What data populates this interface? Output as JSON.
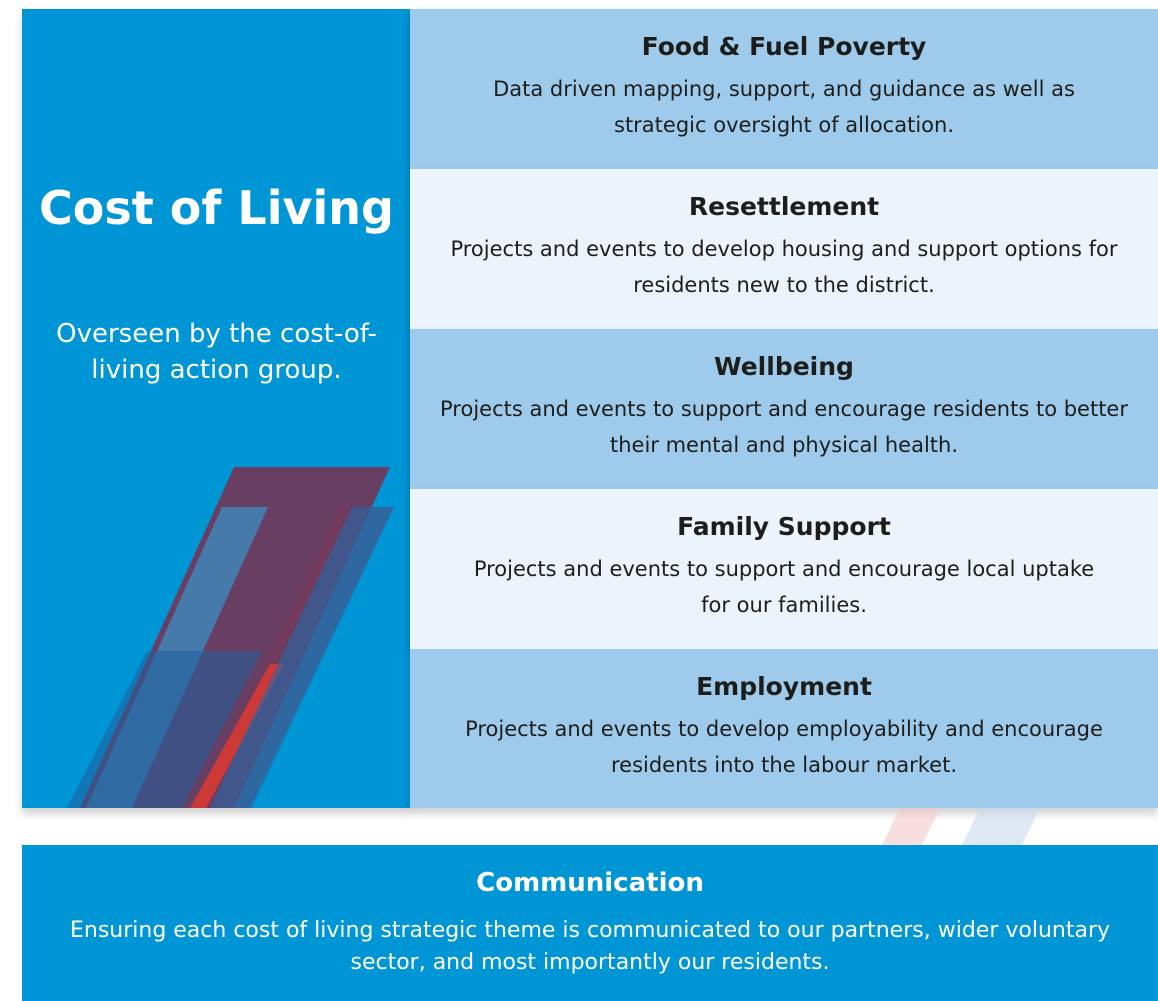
{
  "sidebar": {
    "title": "Cost of Living",
    "subtitle": "Overseen by the cost-of-living action group."
  },
  "themes": [
    {
      "title": "Food & Fuel Poverty",
      "description": "Data driven mapping, support, and guidance as well as strategic oversight of allocation."
    },
    {
      "title": "Resettlement",
      "description": "Projects and events to develop housing and support options for residents new to the district."
    },
    {
      "title": "Wellbeing",
      "description": "Projects and events to support and encourage residents to better their mental and physical health."
    },
    {
      "title": "Family Support",
      "description": "Projects and events to support and encourage local uptake for our families."
    },
    {
      "title": "Employment",
      "description": "Projects and events to develop employability and encourage residents into the labour market."
    }
  ],
  "communication": {
    "title": "Communication",
    "description": "Ensuring each cost of living strategic theme is communicated to our partners, wider voluntary sector, and most importantly our residents."
  },
  "colors": {
    "primary_blue": "#0096d6",
    "row_dark": "#9ecbeb",
    "row_light": "#edf3fb",
    "accent_red": "#c8393f"
  }
}
